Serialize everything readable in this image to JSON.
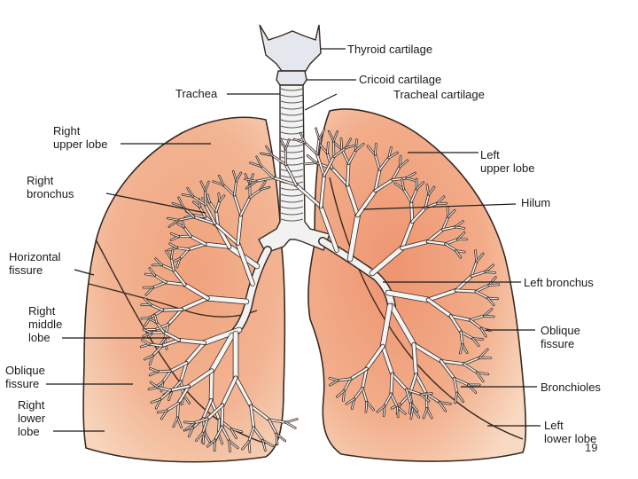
{
  "labels": {
    "thyroid_cartilage": "Thyroid cartilage",
    "cricoid_cartilage": "Cricoid cartilage",
    "trachea": "Trachea",
    "tracheal_cartilage": "Tracheal cartilage",
    "right_upper_lobe": "Right\nupper lobe",
    "left_upper_lobe": "Left\nupper lobe",
    "right_bronchus": "Right\nbronchus",
    "hilum": "Hilum",
    "horizontal_fissure": "Horizontal\nfissure",
    "left_bronchus": "Left bronchus",
    "right_middle_lobe": "Right\nmiddle\nlobe",
    "oblique_fissure_left": "Oblique\nfissure",
    "oblique_fissure_right": "Oblique\nfissure",
    "bronchioles": "Bronchioles",
    "right_lower_lobe": "Right\nlower\nlobe",
    "left_lower_lobe": "Left\nlower lobe"
  },
  "page_number": "19",
  "colors": {
    "lung_light": "#f6d2b8",
    "lung_mid": "#eea47e",
    "lung_dark": "#e07c55",
    "outline": "#3a2a22",
    "airway": "#f4f4f4",
    "cartilage": "#d8dde4"
  }
}
